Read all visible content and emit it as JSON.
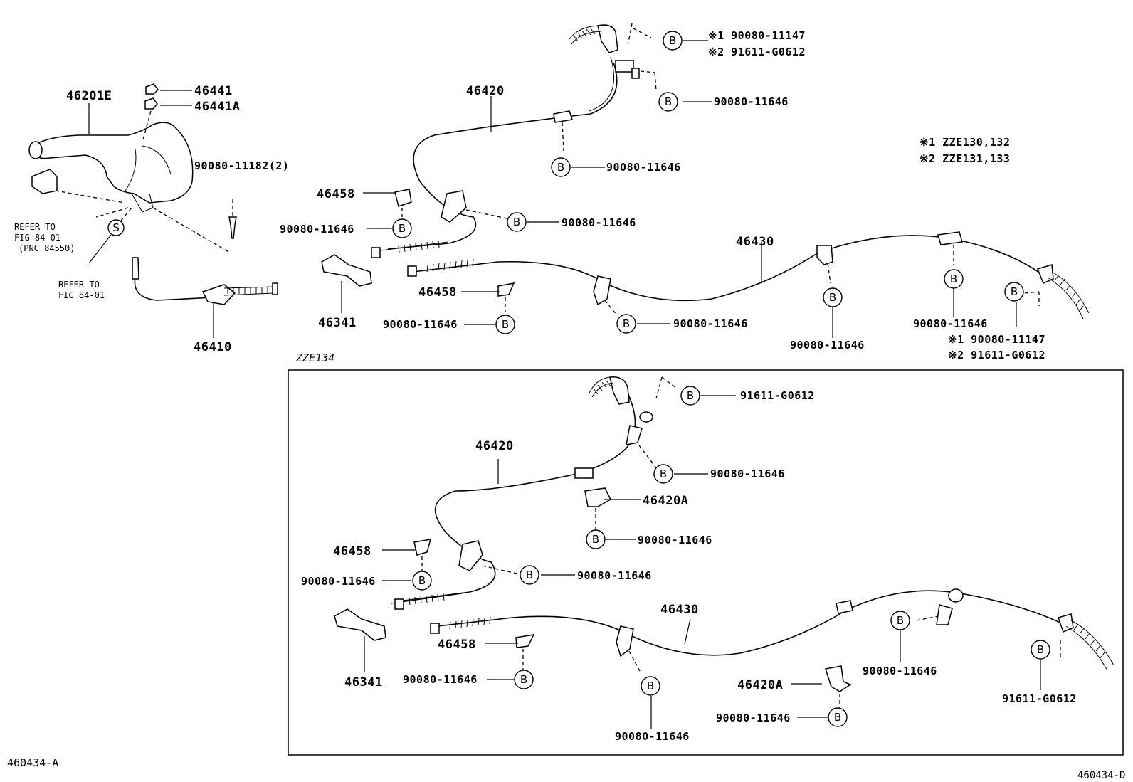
{
  "labels": {
    "p46201E": "46201E",
    "p46441": "46441",
    "p46441A": "46441A",
    "p90080_11182": "90080-11182(2)",
    "refer1a": "REFER TO",
    "refer1b": "FIG 84-01",
    "refer1c": "(PNC 84550)",
    "refer2a": "REFER TO",
    "refer2b": "FIG 84-01",
    "p46410": "46410",
    "p46420_top": "46420",
    "b_top_1": "※1 90080-11147",
    "b_top_2": "※2 91611-G0612",
    "b_top_3": "90080-11646",
    "b_top_4": "90080-11646",
    "p46458_top": "46458",
    "b_top_5": "90080-11646",
    "b_top_6": "90080-11646",
    "p46341_top": "46341",
    "p46430_top": "46430",
    "p46458_top2": "46458",
    "b_top_7": "90080-11646",
    "b_top_8": "90080-11646",
    "b_top_9": "90080-11646",
    "b_top_10": "90080-11646",
    "b_top_11": "※1 90080-11147",
    "b_top_12": "※2 91611-G0612",
    "note1": "※1  ZZE130,132",
    "note2": "※2  ZZE131,133",
    "zze134": "ZZE134",
    "b_bot_1": "91611-G0612",
    "p46420_bot": "46420",
    "b_bot_2": "90080-11646",
    "p46420A_1": "46420A",
    "b_bot_3": "90080-11646",
    "p46458_bot": "46458",
    "b_bot_4": "90080-11646",
    "b_bot_5": "90080-11646",
    "p46341_bot": "46341",
    "p46430_bot": "46430",
    "p46458_bot2": "46458",
    "b_bot_6": "90080-11646",
    "b_bot_7": "90080-11646",
    "p46420A_2": "46420A",
    "b_bot_8": "90080-11646",
    "b_bot_9": "90080-11646",
    "b_bot_10": "91611-G0612",
    "code_left": "460434-A",
    "code_right": "460434-D",
    "b_symbol": "B",
    "s_symbol": "S"
  }
}
